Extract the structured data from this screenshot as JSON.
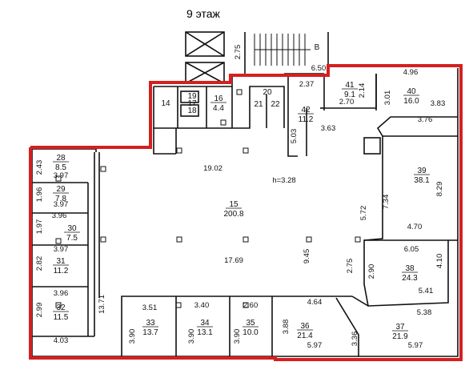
{
  "floor_label": "9 этаж",
  "stair_label": "B",
  "height_label": "h=3.28",
  "rooms": [
    {
      "id": "r14",
      "number": "14",
      "area": ""
    },
    {
      "id": "r15",
      "number": "15",
      "area": "200.8"
    },
    {
      "id": "r16",
      "number": "16",
      "area": "4.4"
    },
    {
      "id": "r17",
      "number": "17",
      "area": ""
    },
    {
      "id": "r18",
      "number": "18",
      "area": ""
    },
    {
      "id": "r19",
      "number": "19",
      "area": ""
    },
    {
      "id": "r20",
      "number": "20",
      "area": ""
    },
    {
      "id": "r21",
      "number": "21",
      "area": ""
    },
    {
      "id": "r22",
      "number": "22",
      "area": ""
    },
    {
      "id": "r28",
      "number": "28",
      "area": "8.5"
    },
    {
      "id": "r29",
      "number": "29",
      "area": "7.8"
    },
    {
      "id": "r30",
      "number": "30",
      "area": "7.5"
    },
    {
      "id": "r31",
      "number": "31",
      "area": "11.2"
    },
    {
      "id": "r32",
      "number": "32",
      "area": "11.5"
    },
    {
      "id": "r33",
      "number": "33",
      "area": "13.7"
    },
    {
      "id": "r34",
      "number": "34",
      "area": "13.1"
    },
    {
      "id": "r35",
      "number": "35",
      "area": "10.0"
    },
    {
      "id": "r36",
      "number": "36",
      "area": "21.4"
    },
    {
      "id": "r37",
      "number": "37",
      "area": "21.9"
    },
    {
      "id": "r38",
      "number": "38",
      "area": "24.3"
    },
    {
      "id": "r39",
      "number": "39",
      "area": "38.1"
    },
    {
      "id": "r40",
      "number": "40",
      "area": "16.0"
    },
    {
      "id": "r41",
      "number": "41",
      "area": "9.1"
    },
    {
      "id": "r42",
      "number": "42",
      "area": "11.2"
    }
  ],
  "dimensions": [
    {
      "id": "d1",
      "text": "2.75"
    },
    {
      "id": "d2",
      "text": "6.50"
    },
    {
      "id": "d3",
      "text": "2.37"
    },
    {
      "id": "d4",
      "text": "2.14"
    },
    {
      "id": "d5",
      "text": "2.70"
    },
    {
      "id": "d6",
      "text": "4.96"
    },
    {
      "id": "d7",
      "text": "3.01"
    },
    {
      "id": "d8",
      "text": "3.83"
    },
    {
      "id": "d9",
      "text": "3.63"
    },
    {
      "id": "d10",
      "text": "3.76"
    },
    {
      "id": "d11",
      "text": "5.03"
    },
    {
      "id": "d12",
      "text": "19.02"
    },
    {
      "id": "d13",
      "text": "8.29"
    },
    {
      "id": "d14",
      "text": "7.34"
    },
    {
      "id": "d15",
      "text": "5.72"
    },
    {
      "id": "d16",
      "text": "4.70"
    },
    {
      "id": "d17",
      "text": "6.05"
    },
    {
      "id": "d18",
      "text": "4.10"
    },
    {
      "id": "d19",
      "text": "2.90"
    },
    {
      "id": "d20",
      "text": "5.41"
    },
    {
      "id": "d21",
      "text": "5.38"
    },
    {
      "id": "d22",
      "text": "5.97"
    },
    {
      "id": "d23",
      "text": "3.36"
    },
    {
      "id": "d24",
      "text": "5.97"
    },
    {
      "id": "d25",
      "text": "4.64"
    },
    {
      "id": "d26",
      "text": "3.88"
    },
    {
      "id": "d27",
      "text": "2.60"
    },
    {
      "id": "d28",
      "text": "3.90"
    },
    {
      "id": "d29",
      "text": "3.40"
    },
    {
      "id": "d30",
      "text": "3.90"
    },
    {
      "id": "d31",
      "text": "3.51"
    },
    {
      "id": "d32",
      "text": "3.90"
    },
    {
      "id": "d33",
      "text": "4.03"
    },
    {
      "id": "d34",
      "text": "3.96"
    },
    {
      "id": "d35",
      "text": "2.99"
    },
    {
      "id": "d36",
      "text": "13.71"
    },
    {
      "id": "d37",
      "text": "3.97"
    },
    {
      "id": "d38",
      "text": "2.82"
    },
    {
      "id": "d39",
      "text": "3.96"
    },
    {
      "id": "d40",
      "text": "1.97"
    },
    {
      "id": "d41",
      "text": "3.97"
    },
    {
      "id": "d42",
      "text": "1.96"
    },
    {
      "id": "d43",
      "text": "3.97"
    },
    {
      "id": "d44",
      "text": "2.43"
    },
    {
      "id": "d45",
      "text": "17.69"
    },
    {
      "id": "d46",
      "text": "9.45"
    },
    {
      "id": "d47",
      "text": "2.75"
    }
  ],
  "colors": {
    "boundary": "#d42020",
    "wall": "#111111",
    "background": "#ffffff"
  }
}
